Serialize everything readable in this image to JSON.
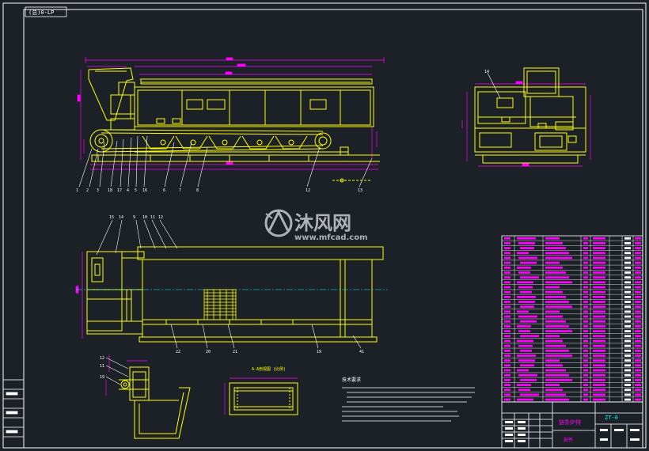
{
  "drawing": {
    "sheet_tag": "(总)0-LP",
    "watermark": {
      "brand_cn": "沐风网",
      "brand_url": "www.mfcad.com"
    },
    "title_block": {
      "drawing_name": "链条炉排",
      "drawing_number": "ZT-0",
      "sheet_type": "部件"
    },
    "callouts": {
      "front_view_bottom": [
        "1",
        "2",
        "3",
        "18",
        "17",
        "4",
        "5",
        "16",
        "6",
        "7",
        "8",
        "12",
        "13"
      ],
      "plan_view_top": [
        "15",
        "14",
        "9",
        "10",
        "11",
        "12"
      ],
      "plan_view_bottom": [
        "22",
        "20",
        "21",
        "19",
        "41"
      ],
      "side_view": [
        "14"
      ],
      "detail_view": [
        "12",
        "11",
        "19"
      ]
    },
    "notes_heading": "技术要求",
    "section_label": "A-A剖视图 (比例)",
    "colors": {
      "background": "#1c2128",
      "frame": "#ffffff",
      "geometry": "#ffff00",
      "dimension": "#ff00ff",
      "leader": "#ffffff",
      "center_line": "#00ffff",
      "table": "#ff00ff"
    }
  }
}
